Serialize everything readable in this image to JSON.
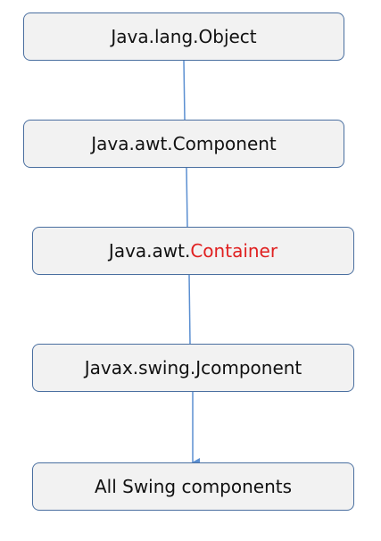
{
  "nodes": [
    {
      "id": "object",
      "text": "Java.lang.Object"
    },
    {
      "id": "component",
      "text": "Java.awt.Component"
    },
    {
      "id": "container",
      "prefix": "Java.awt.",
      "highlight": "Container",
      "highlight_color": "#e02020"
    },
    {
      "id": "jcomponent",
      "text": "Javax.swing.Jcomponent"
    },
    {
      "id": "swing",
      "text": "All Swing components"
    }
  ],
  "colors": {
    "box_fill": "#f2f2f2",
    "box_border": "#4a6fa0",
    "connector": "#5b8fd1",
    "highlight_text": "#e02020"
  }
}
